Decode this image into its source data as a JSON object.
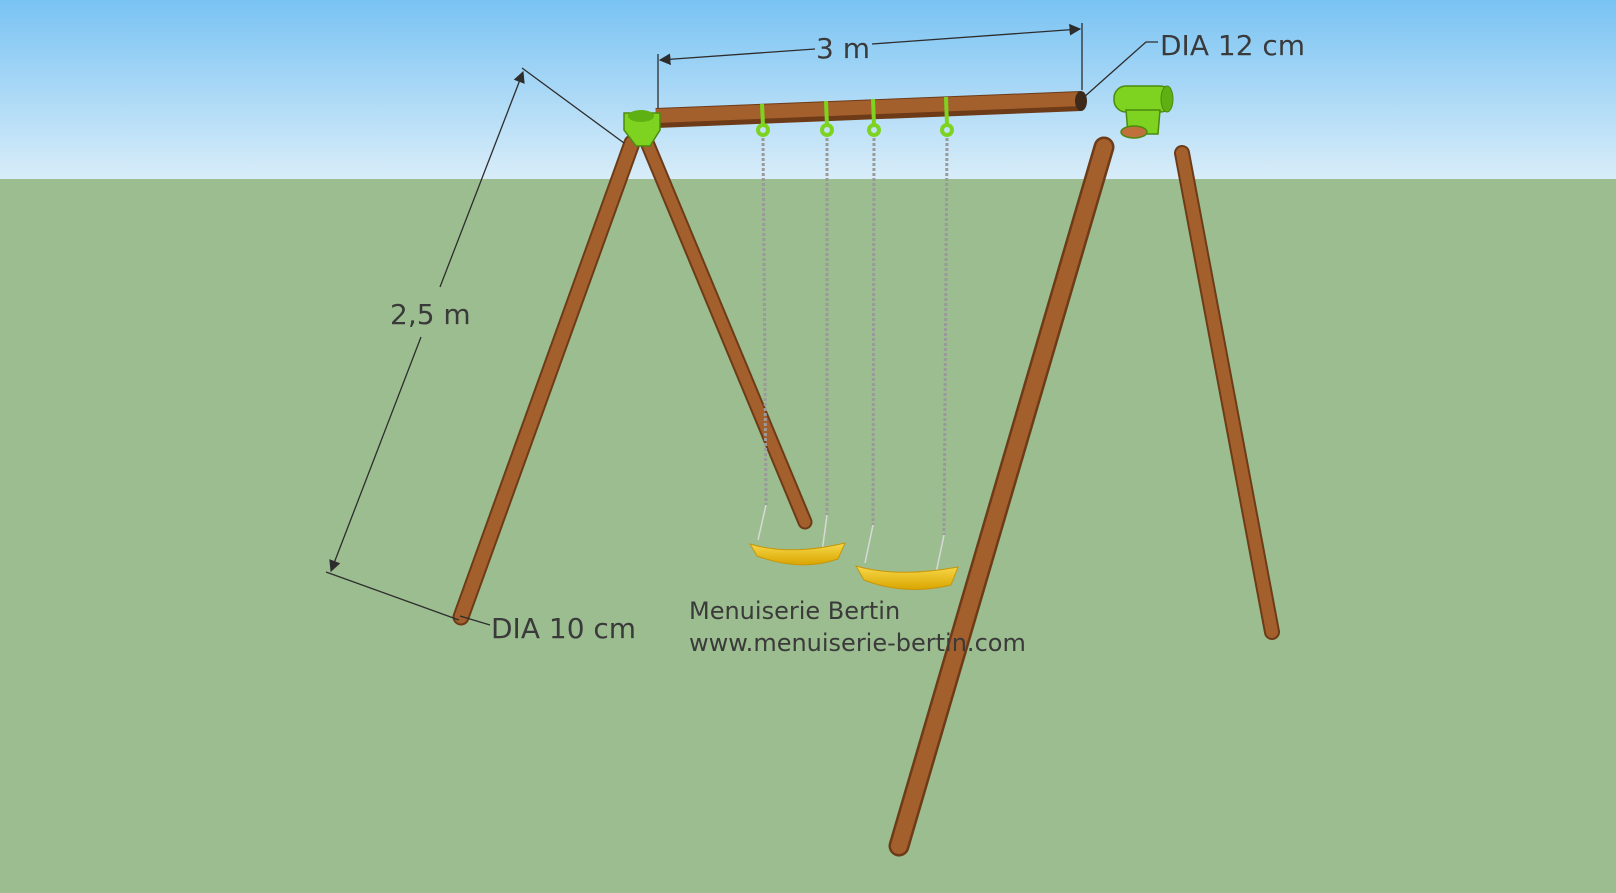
{
  "dimensions": {
    "beam_length": "3 m",
    "beam_diameter": "DIA 12 cm",
    "post_length": "2,5 m",
    "post_diameter": "DIA 10 cm"
  },
  "credit": {
    "company": "Menuiserie Bertin",
    "website": "www.menuiserie-bertin.com"
  },
  "colors": {
    "sky_top": "#79c3f3",
    "sky_bottom": "#d9edf9",
    "ground": "#9bbd8f",
    "wood": "#9c5a2a",
    "wood_dark": "#6e3b18",
    "connector": "#7ed321",
    "seat": "#f0c419",
    "chain": "#9a9a9a",
    "text": "#3a3a3a"
  }
}
